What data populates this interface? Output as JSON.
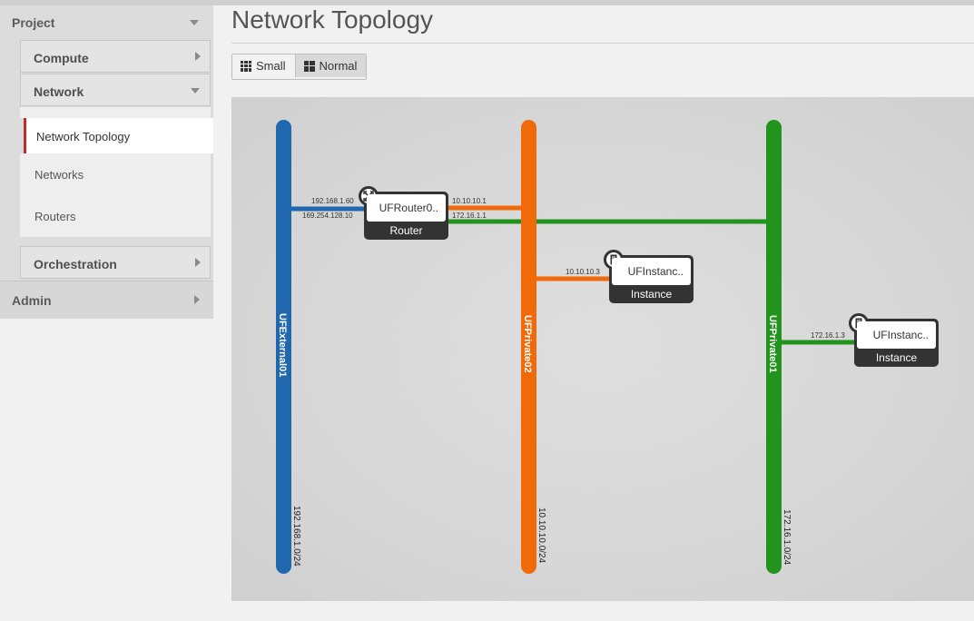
{
  "sidebar": {
    "project": "Project",
    "compute": "Compute",
    "network": "Network",
    "network_topology": "Network Topology",
    "networks": "Networks",
    "routers": "Routers",
    "orchestration": "Orchestration",
    "admin": "Admin"
  },
  "page": {
    "title": "Network Topology",
    "btn_small": "Small",
    "btn_normal": "Normal"
  },
  "networks": [
    {
      "name": "UFExternal01",
      "cidr": "192.168.1.0/24",
      "color": "#1f68b0"
    },
    {
      "name": "UFPrivate02",
      "cidr": "10.10.10.0/24",
      "color": "#f06a0a"
    },
    {
      "name": "UFPrivate01",
      "cidr": "172.16.1.0/24",
      "color": "#22941e"
    }
  ],
  "devices": {
    "router": {
      "name": "UFRouter0..",
      "type": "Router",
      "icon": "router-icon"
    },
    "instance1": {
      "name": "UFInstanc..",
      "type": "Instance",
      "icon": "server-icon"
    },
    "instance2": {
      "name": "UFInstanc..",
      "type": "Instance",
      "icon": "server-icon"
    }
  },
  "ips": {
    "router_ext1": "192.168.1.60",
    "router_ext2": "169.254.128.10",
    "router_p02": "10.10.10.1",
    "router_p01": "172.16.1.1",
    "inst1_ip": "10.10.10.3",
    "inst2_ip": "172.16.1.3"
  }
}
